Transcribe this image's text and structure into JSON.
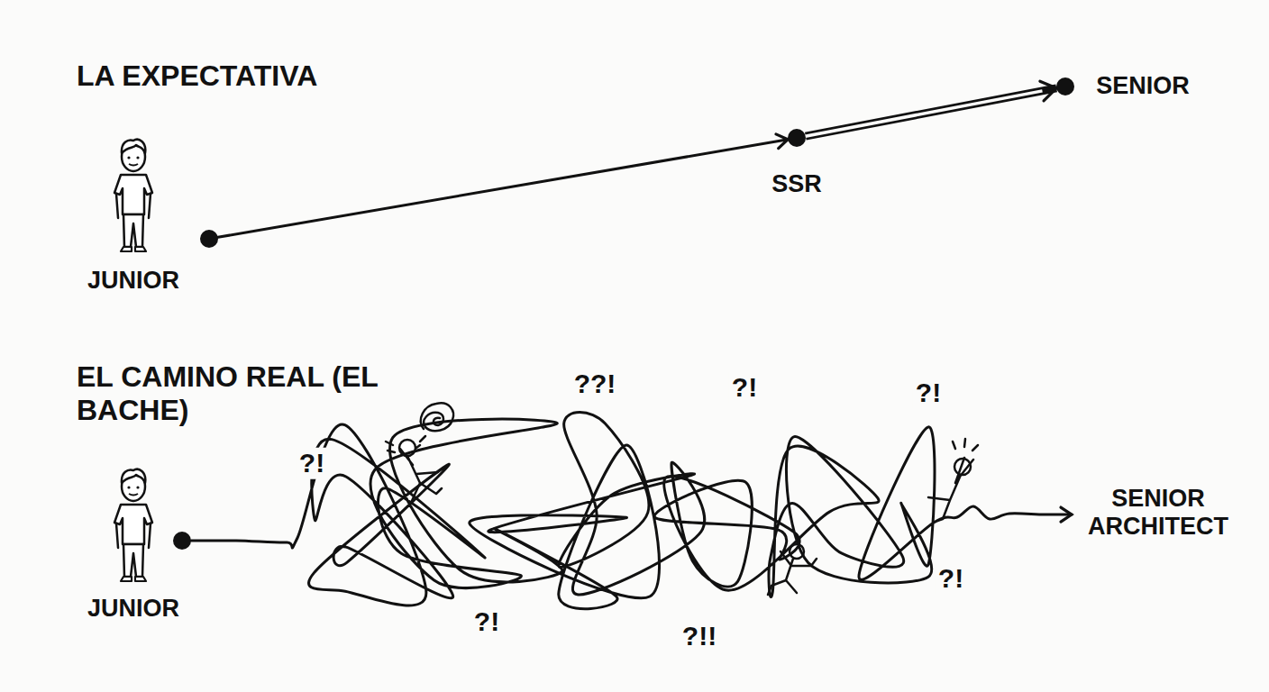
{
  "diagram": {
    "nodes": [
      {
        "text": [
          "JUNIOR"
        ]
      },
      {
        "text": [
          "SSR"
        ]
      },
      {
        "text": [
          "SENIOR"
        ]
      },
      {
        "text": [
          "JUNIOR"
        ]
      },
      {
        "text": [
          "SENIOR ARCHITECT"
        ]
      }
    ],
    "edges": [
      {
        "from": 0,
        "to": 1,
        "arrow": "to"
      },
      {
        "from": 1,
        "to": 2,
        "arrow": "to"
      },
      {
        "from": 3,
        "to": 4,
        "arrow": "to"
      }
    ],
    "labels": [
      "LA EXPECTATIVA",
      "EL CAMINO REAL (EL BACHE)",
      "?!",
      "??!",
      "?!",
      "?!",
      "?!",
      "?!!",
      "?!"
    ]
  }
}
